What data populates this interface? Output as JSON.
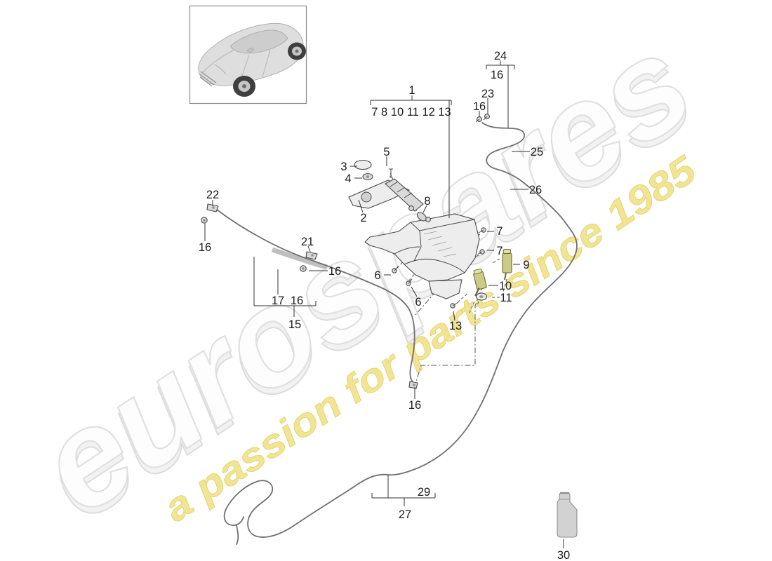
{
  "diagram": {
    "watermark": {
      "brand": "eurospares",
      "tagline": "a passion for parts since 1985",
      "brand_fill": "#fdfdfd",
      "brand_outline": "#e0e0e0",
      "tagline_fill": "#f1e593",
      "tagline_outline": "#e3d06e"
    },
    "colors": {
      "line_art": "#4a4a4a",
      "hose": "#707070",
      "part_fill": "#ededed",
      "highlight_pump": "#cbcb85",
      "label_text": "#1d1d1d"
    },
    "callouts": [
      {
        "text": "1"
      },
      {
        "text": "7 8 10 11 12 13"
      },
      {
        "text": "24"
      },
      {
        "text": "16"
      },
      {
        "text": "23"
      },
      {
        "text": "16"
      },
      {
        "text": "25"
      },
      {
        "text": "26"
      },
      {
        "text": "3"
      },
      {
        "text": "4"
      },
      {
        "text": "5"
      },
      {
        "text": "2"
      },
      {
        "text": "8"
      },
      {
        "text": "22"
      },
      {
        "text": "16"
      },
      {
        "text": "21"
      },
      {
        "text": "16"
      },
      {
        "text": "17"
      },
      {
        "text": "16"
      },
      {
        "text": "15"
      },
      {
        "text": "7"
      },
      {
        "text": "7"
      },
      {
        "text": "9"
      },
      {
        "text": "10"
      },
      {
        "text": "11"
      },
      {
        "text": "6"
      },
      {
        "text": "6"
      },
      {
        "text": "13"
      },
      {
        "text": "16"
      },
      {
        "text": "29"
      },
      {
        "text": "27"
      },
      {
        "text": "30"
      }
    ]
  }
}
